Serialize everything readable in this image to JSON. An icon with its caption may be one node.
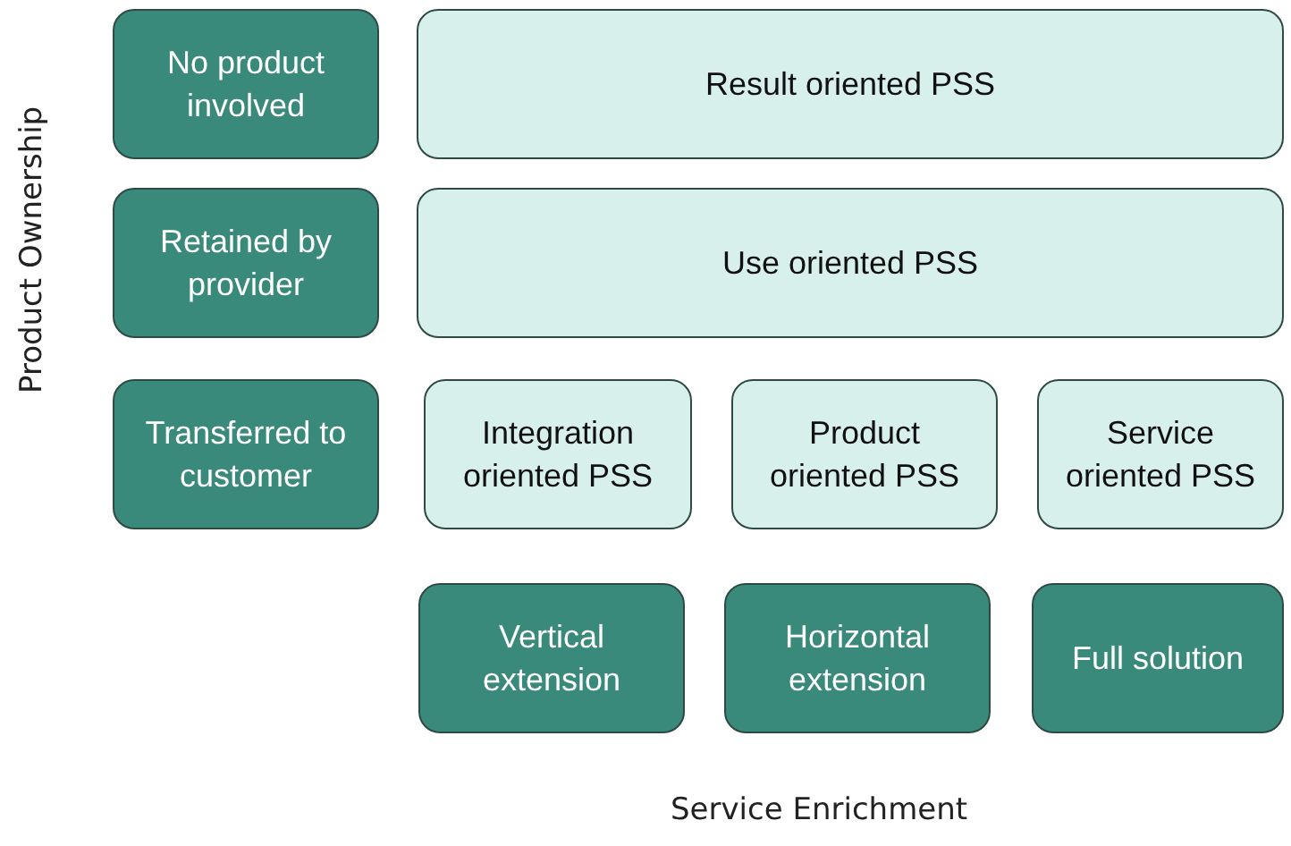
{
  "diagram": {
    "nodes": [
      {
        "text": [
          "No product involved"
        ]
      },
      {
        "text": [
          "Result oriented PSS"
        ]
      },
      {
        "text": [
          "Retained by provider"
        ]
      },
      {
        "text": [
          "Use oriented PSS"
        ]
      },
      {
        "text": [
          "Transferred to customer"
        ]
      },
      {
        "text": [
          "Integration oriented PSS"
        ]
      },
      {
        "text": [
          "Product oriented PSS"
        ]
      },
      {
        "text": [
          "Service oriented PSS"
        ]
      },
      {
        "text": [
          "Vertical extension"
        ]
      },
      {
        "text": [
          "Horizontal extension"
        ]
      },
      {
        "text": [
          "Full solution"
        ]
      }
    ],
    "labels": [
      "Product Ownership",
      "Service Enrichment"
    ]
  }
}
